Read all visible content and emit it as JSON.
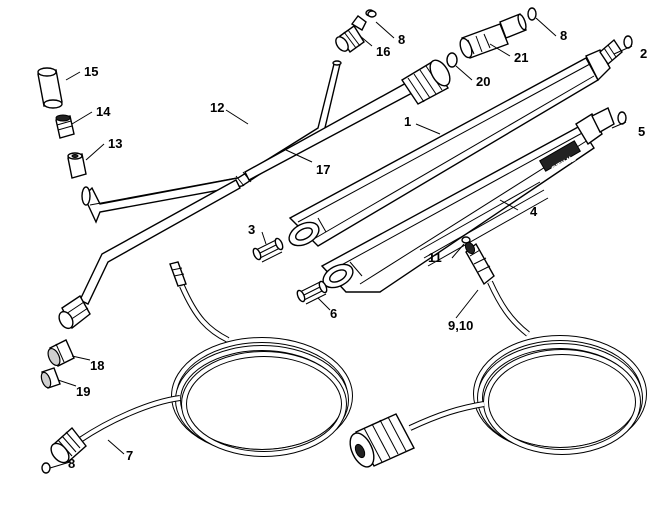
{
  "callouts": {
    "c1": "1",
    "c2": "2",
    "c3": "3",
    "c4": "4",
    "c5": "5",
    "c6": "6",
    "c7": "7",
    "c8a": "8",
    "c8b": "8",
    "c8c": "8",
    "c910": "9,10",
    "c11": "11",
    "c12": "12",
    "c13": "13",
    "c14": "14",
    "c15": "15",
    "c16": "16",
    "c17": "17",
    "c18": "18",
    "c19": "19",
    "c20": "20",
    "c21": "21"
  },
  "logo_text": "STIHL"
}
